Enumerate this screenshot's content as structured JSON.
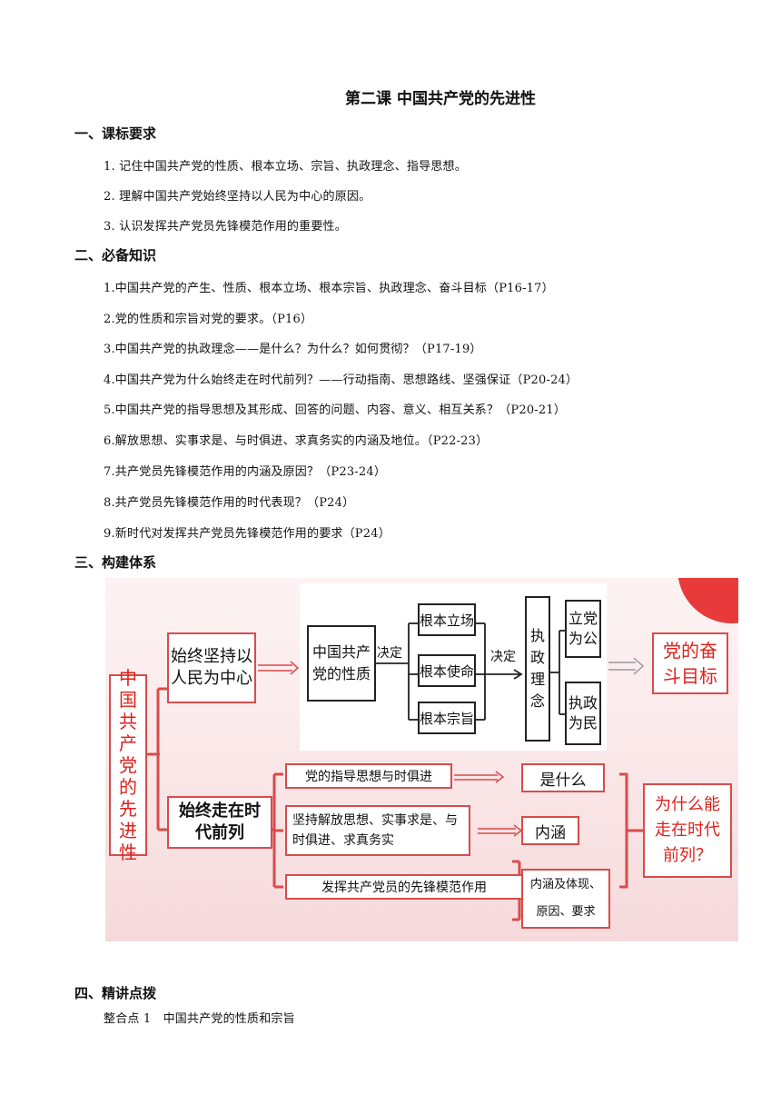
{
  "doc": {
    "title": "第二课 中国共产党的先进性",
    "sections": {
      "s1": "一、课标要求",
      "s2": "二、必备知识",
      "s3": "三、构建体系",
      "s4": "四、精讲点拨"
    },
    "standards": [
      "1. 记住中国共产党的性质、根本立场、宗旨、执政理念、指导思想。",
      "2. 理解中国共产党始终坚持以人民为中心的原因。",
      "3. 认识发挥共产党员先锋模范作用的重要性。"
    ],
    "knowledge": [
      "1.中国共产党的产生、性质、根本立场、根本宗旨、执政理念、奋斗目标（P16-17）",
      "2.党的性质和宗旨对党的要求。（P16）",
      "3.中国共产党的执政理念——是什么？为什么？如何贯彻？（P17-19）",
      "4.中国共产党为什么始终走在时代前列？——行动指南、思想路线、坚强保证（P20-24）",
      "5.中国共产党的指导思想及其形成、回答的问题、内容、意义、相互关系？（P20-21）",
      "6.解放思想、实事求是、与时俱进、求真务实的内涵及地位。（P22-23）",
      "7.共产党员先锋模范作用的内涵及原因？（P23-24）",
      "8.共产党员先锋模范作用的时代表现？（P24）",
      "9.新时代对发挥共产党员先锋模范作用的要求（P24）"
    ],
    "point1": "整合点 1　中国共产党的性质和宗旨"
  },
  "diagram": {
    "root": "中国共产党的先进性",
    "b1": "始终坚持以人民为中心",
    "nature": "中国共产党的性质",
    "decide1": "决定",
    "decide2": "决定",
    "stand": "根本立场",
    "mission": "根本使命",
    "purpose": "根本宗旨",
    "philosophy": "执政理念",
    "gong": "立党为公",
    "min": "执政为民",
    "goal": "党的奋斗目标",
    "b2": "始终走在时代前列",
    "t1": "党的指导思想与时俱进",
    "t2": "坚持解放思想、实事求是、与时俱进、求真务实",
    "t3": "发挥共产党员的先锋模范作用",
    "r1": "是什么",
    "r2": "内涵",
    "r3": "内涵及体现、原因、要求",
    "why": "为什么能走在时代前列？"
  }
}
